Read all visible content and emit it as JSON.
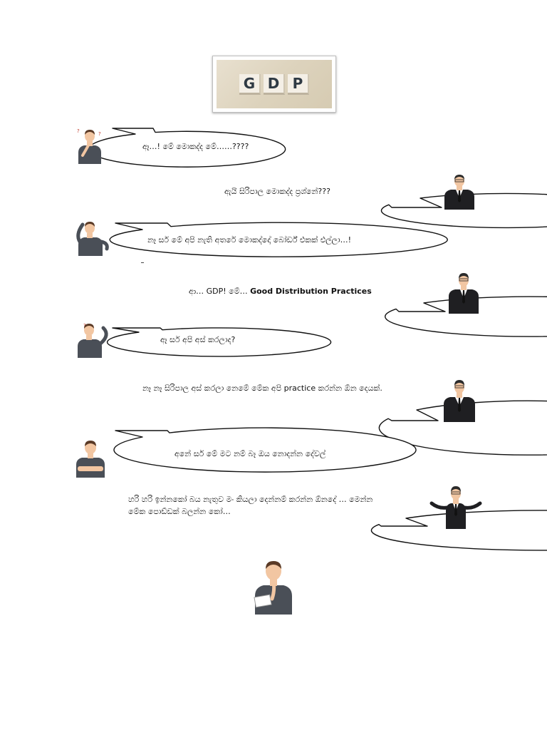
{
  "logo": {
    "letters": [
      "G",
      "D",
      "P"
    ]
  },
  "dialogue": [
    {
      "speaker": "worker",
      "text": "ඈ…! මේ මොකද්ද මේ……????"
    },
    {
      "speaker": "manager",
      "text": "ඇයි සිරිපාල මොකද්ද ප්‍රශ්නේ???"
    },
    {
      "speaker": "worker",
      "text": "නෑ සර් මේ අපි නැති අතරේ මොකද්දෝ බෝර්ඩ් එකක් එල්ලා…!"
    },
    {
      "speaker": "manager",
      "text": "ආ… GDP!  මේ…",
      "bold_text": "Good Distribution Practices"
    },
    {
      "speaker": "worker",
      "text": "ඈ සර් අපි අස් කරලාද?"
    },
    {
      "speaker": "manager",
      "text": "නෑ නෑ සිරිපාල අස් කරලා නෙමේ මේක අපි practice කරන්න ඕන දෙයක්."
    },
    {
      "speaker": "worker",
      "text": "අනේ සර් මේ මට නම් බෑ ඔය නොදන්න දේවල්"
    },
    {
      "speaker": "manager",
      "text": "හරි හරි ඉන්නකෝ බය නැතුව මං කියලා දෙන්නම් කරන්න ඕනදේ … මෙන්න මේක පොඩ්ඩක් බලන්න කෝ…"
    }
  ],
  "colors": {
    "worker_shirt": "#4a4f57",
    "manager_suit": "#1f1f22",
    "skin": "#f2c6a2",
    "hair": "#5a3a26"
  }
}
